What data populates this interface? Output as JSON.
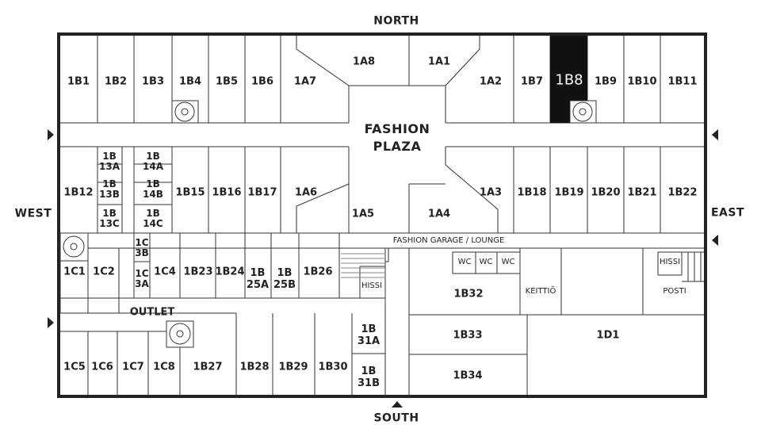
{
  "compass": {
    "north": "NORTH",
    "south": "SOUTH",
    "east": "EAST",
    "west": "WEST"
  },
  "plaza": {
    "line1": "FASHION",
    "line2": "PLAZA"
  },
  "outlet": "OUTLET",
  "garage": "FASHION GARAGE / LOUNGE",
  "highlight": {
    "unit": "1B8",
    "color": "#111111"
  },
  "units": {
    "b1": "1B1",
    "b2": "1B2",
    "b3": "1B3",
    "b4": "1B4",
    "b5": "1B5",
    "b6": "1B6",
    "a7": "1A7",
    "a8": "1A8",
    "a1": "1A1",
    "a2": "1A2",
    "b7": "1B7",
    "b9": "1B9",
    "b10": "1B10",
    "b11": "1B11",
    "b12": "1B12",
    "b13a": "1B 13A",
    "b13b": "1B 13B",
    "b13c": "1B 13C",
    "b14a": "1B 14A",
    "b14b": "1B 14B",
    "b14c": "1B 14C",
    "b15": "1B15",
    "b16": "1B16",
    "b17": "1B17",
    "a6": "1A6",
    "a5": "1A5",
    "a4": "1A4",
    "a3": "1A3",
    "b18": "1B18",
    "b19": "1B19",
    "b20": "1B20",
    "b21": "1B21",
    "b22": "1B22",
    "c1": "1C1",
    "c2": "1C2",
    "c3b": "1C 3B",
    "c3a": "1C 3A",
    "c4": "1C4",
    "b23": "1B23",
    "b24": "1B24",
    "b25a": "1B 25A",
    "b25b": "1B 25B",
    "b26": "1B26",
    "c5": "1C5",
    "c6": "1C6",
    "c7": "1C7",
    "c8": "1C8",
    "b27": "1B27",
    "b28": "1B28",
    "b29": "1B29",
    "b30": "1B30",
    "b31a": "1B 31A",
    "b31b": "1B 31B",
    "b32": "1B32",
    "b33": "1B33",
    "b34": "1B34",
    "d1": "1D1"
  },
  "facilities": {
    "wc": "WC",
    "hissi": "HISSI",
    "keittio": "KEITTIÖ",
    "posti": "POSTI"
  }
}
